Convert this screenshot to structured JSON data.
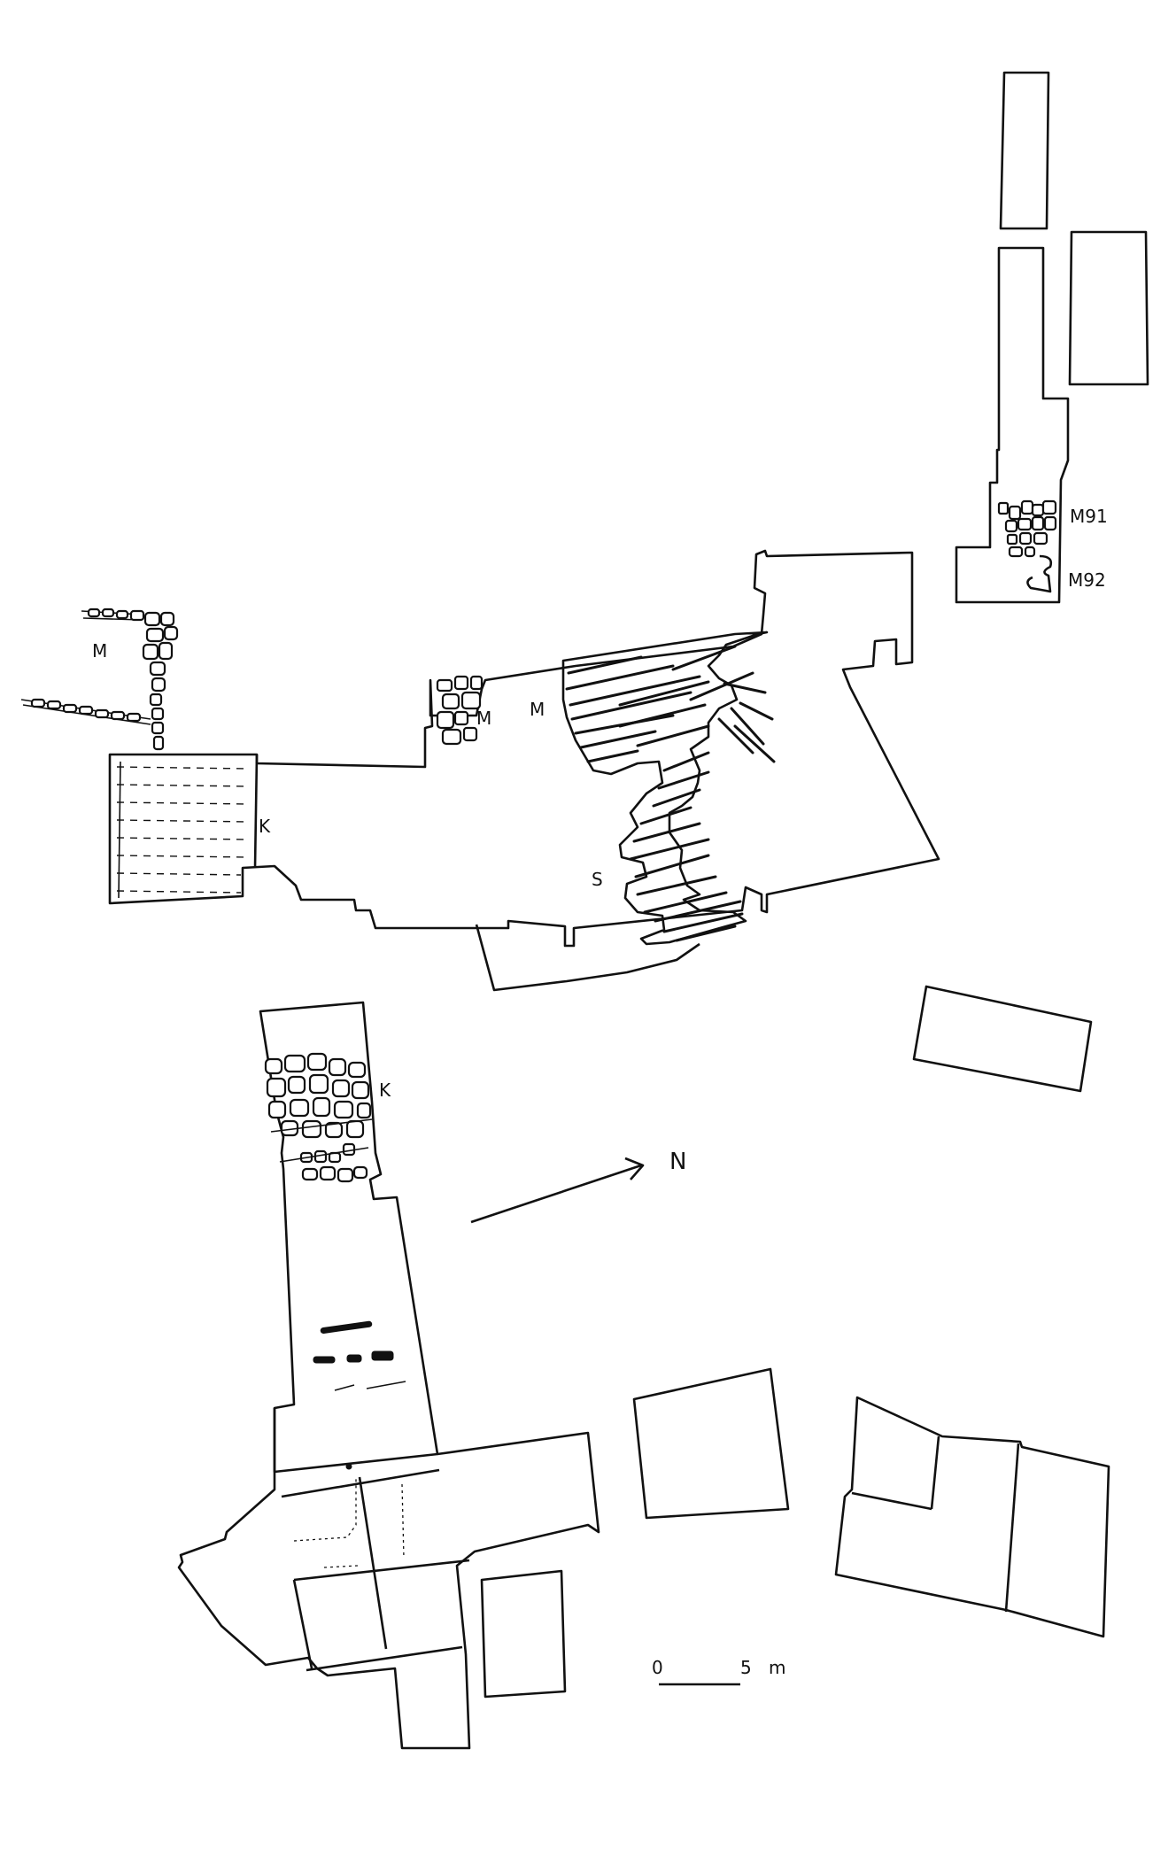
{
  "labels": {
    "m_west": "M",
    "m_center_a": "M",
    "m_center_b": "M",
    "k_upper": "K",
    "k_lower": "K",
    "s": "S",
    "m91": "M91",
    "m92": "M92",
    "north": "N"
  },
  "scale_bar": {
    "start": "0",
    "end": "5",
    "unit": "m"
  }
}
